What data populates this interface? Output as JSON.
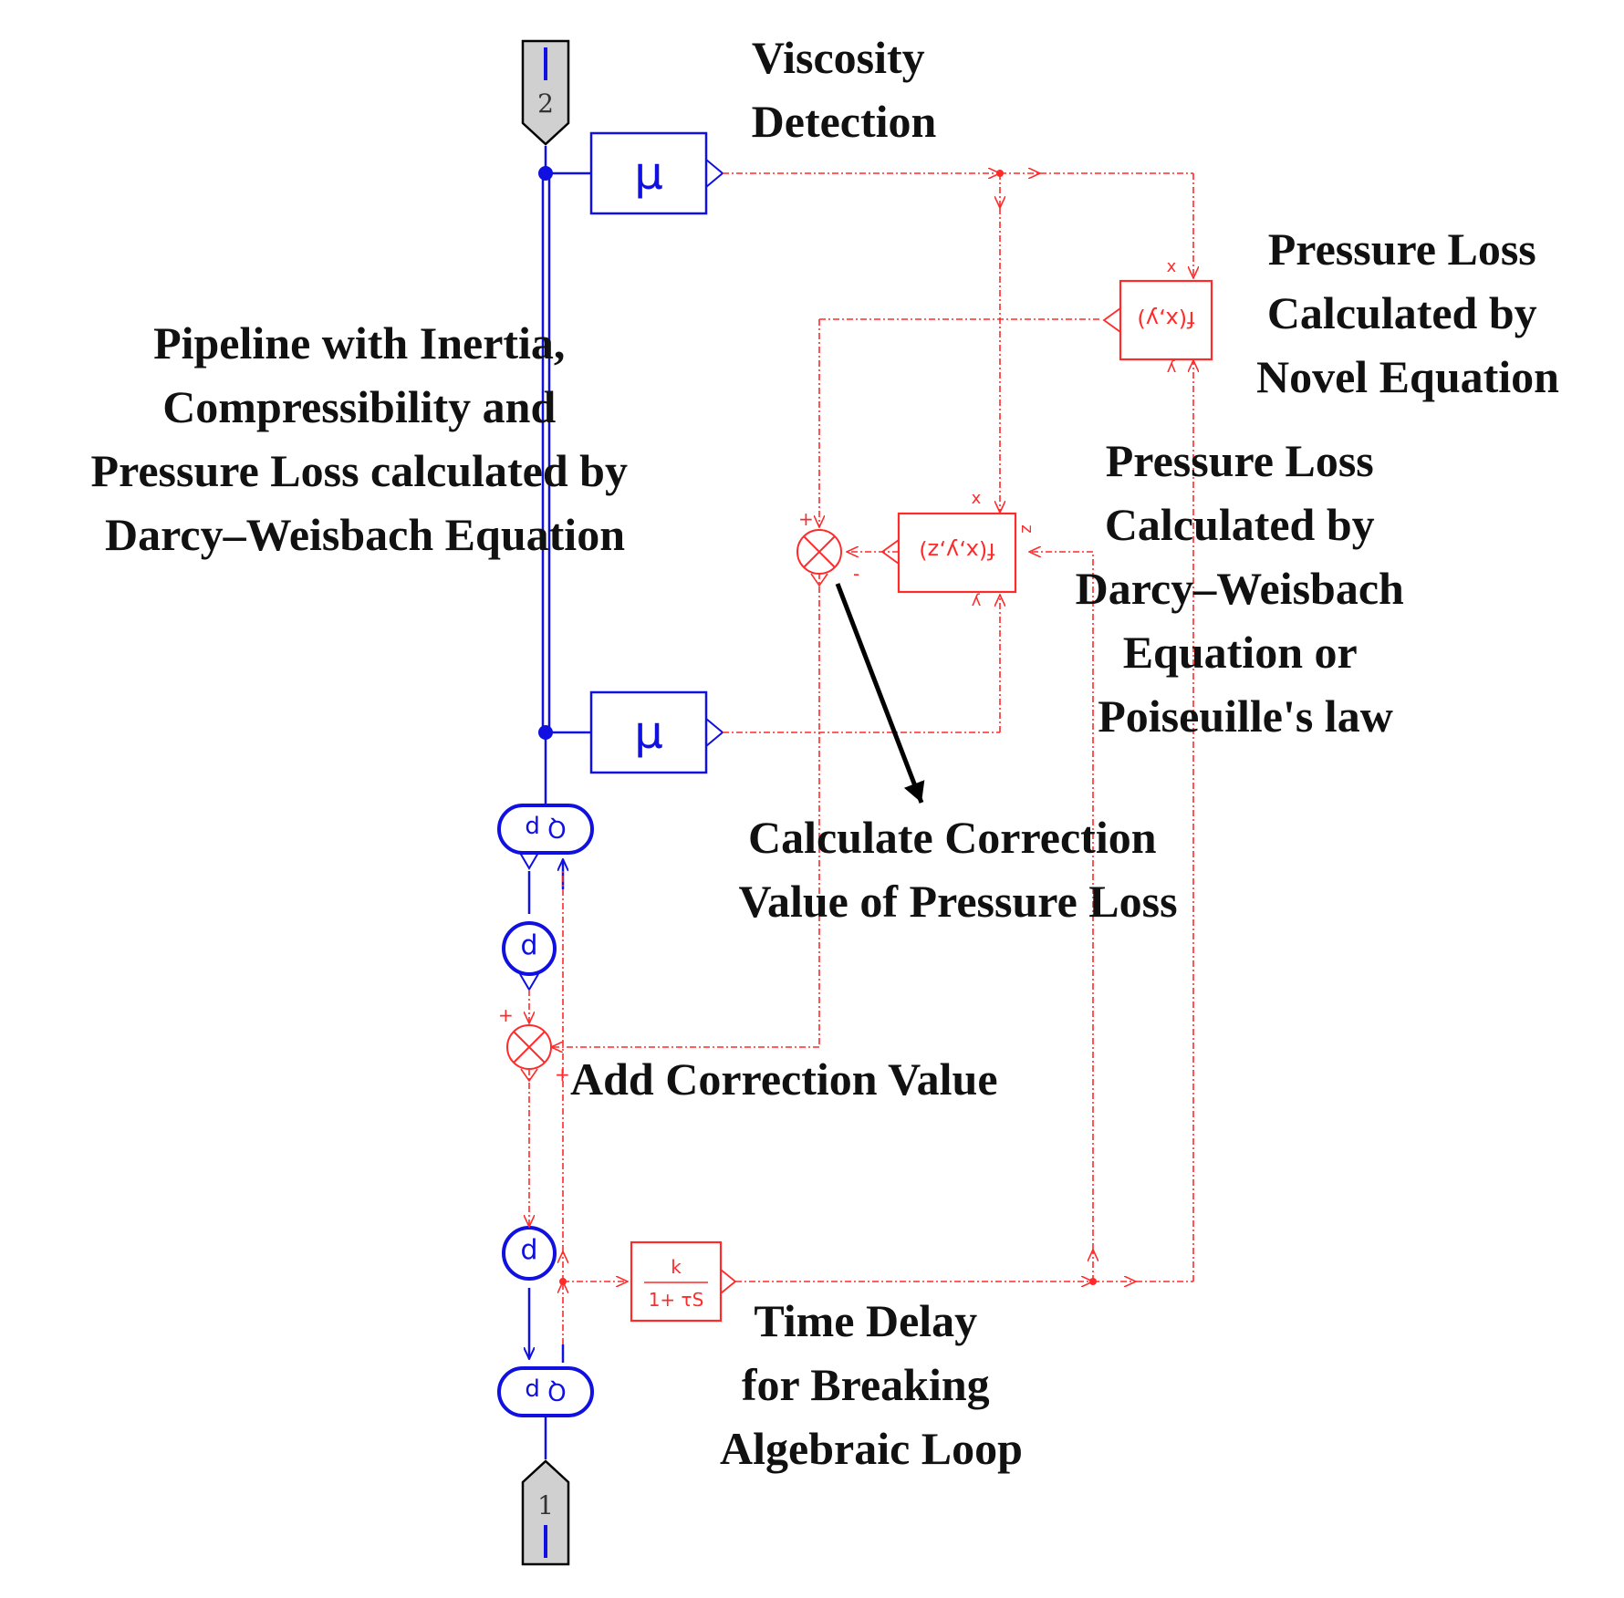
{
  "labels": {
    "viscosity_detection": [
      "Viscosity",
      "Detection"
    ],
    "pressure_loss_novel": [
      "Pressure Loss",
      "Calculated by",
      "Novel Equation"
    ],
    "pipeline": [
      "Pipeline with Inertia,",
      "Compressibility and",
      "Pressure Loss calculated by",
      "Darcy–Weisbach Equation"
    ],
    "pressure_loss_darcy": [
      "Pressure Loss",
      "Calculated by",
      "Darcy–Weisbach",
      "Equation or",
      "Poiseuille's law"
    ],
    "correction_value": [
      "Calculate Correction",
      "Value of Pressure Loss"
    ],
    "add_correction": "Add Correction Value",
    "time_delay": [
      "Time Delay",
      "for Breaking",
      "Algebraic Loop"
    ]
  },
  "blocks": {
    "port_top": "2",
    "port_bottom": "1",
    "viscosity_symbol": "μ",
    "func_novel": "f(x,y)",
    "func_darcy": "f(x,y,z)",
    "port_x": "x",
    "port_y": "y",
    "port_z": "z",
    "sum_plus": "+",
    "sum_minus": "-",
    "tf_numerator": "k",
    "tf_denominator": "1+ τS",
    "sensor_qp_top": "Q p",
    "sensor_p": "p",
    "source_p": "p",
    "source_qp_bottom": "Q p"
  },
  "colors": {
    "signal": "#ff2a2a",
    "hydraulic": "#1010e0",
    "text": "#111111",
    "port_fill": "#d0d0d0"
  }
}
